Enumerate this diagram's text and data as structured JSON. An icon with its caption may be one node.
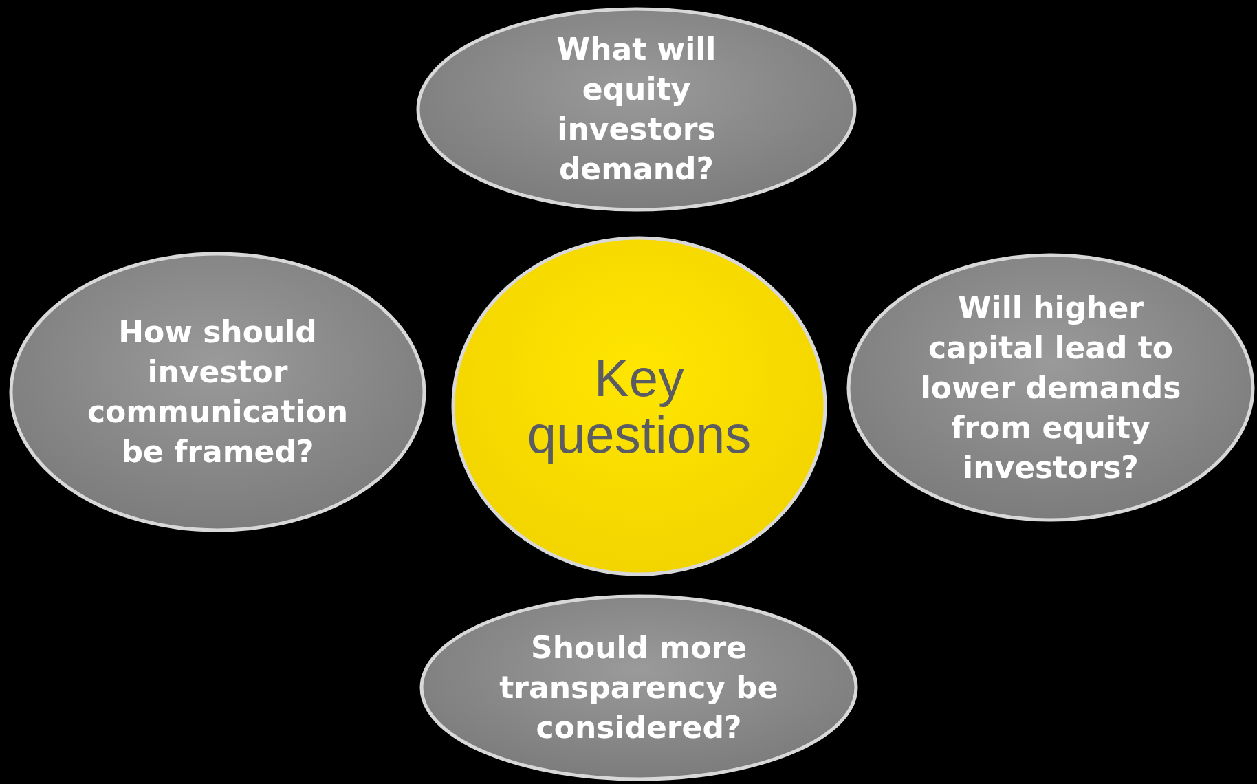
{
  "diagram": {
    "nodes": [
      {
        "text": [
          "What will equity investors demand?"
        ]
      },
      {
        "text": [
          "How should investor communication be framed?"
        ]
      },
      {
        "text": [
          "Key questions"
        ]
      },
      {
        "text": [
          "Will higher capital lead to lower demands from equity investors?"
        ]
      },
      {
        "text": [
          "Should more transparency be considered?"
        ]
      }
    ]
  }
}
